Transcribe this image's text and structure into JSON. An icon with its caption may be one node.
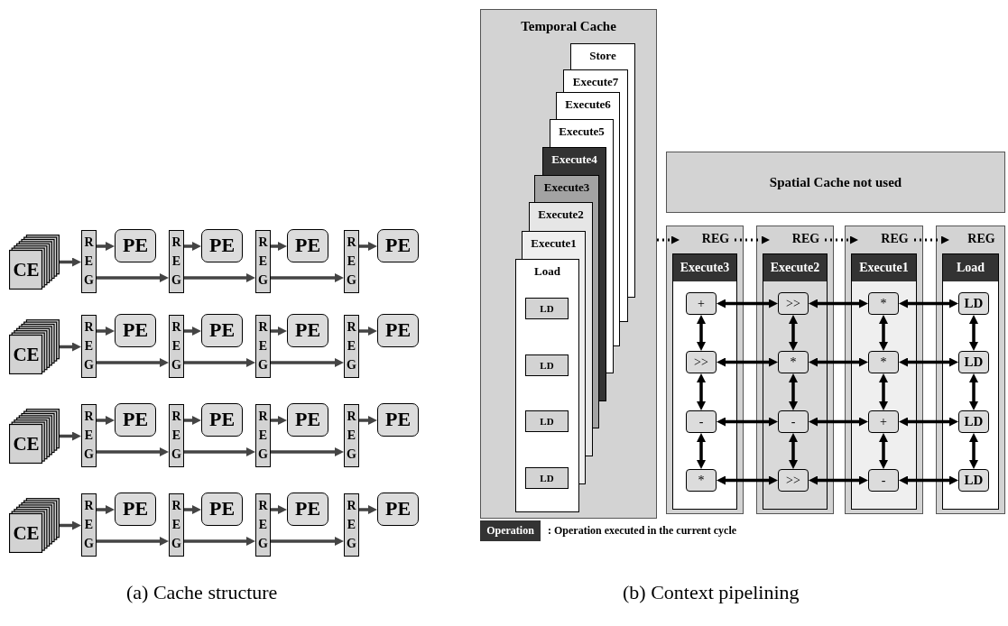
{
  "diagram": {
    "nodes": [
      {
        "text": [
          "CE"
        ]
      },
      {
        "text": [
          "R E G"
        ]
      },
      {
        "text": [
          "PE"
        ]
      },
      {
        "text": [
          "R E G"
        ]
      },
      {
        "text": [
          "PE"
        ]
      },
      {
        "text": [
          "R E G"
        ]
      },
      {
        "text": [
          "PE"
        ]
      },
      {
        "text": [
          "R E G"
        ]
      },
      {
        "text": [
          "PE"
        ]
      },
      {
        "text": [
          "CE"
        ]
      },
      {
        "text": [
          "R E G"
        ]
      },
      {
        "text": [
          "PE"
        ]
      },
      {
        "text": [
          "R E G"
        ]
      },
      {
        "text": [
          "PE"
        ]
      },
      {
        "text": [
          "R E G"
        ]
      },
      {
        "text": [
          "PE"
        ]
      },
      {
        "text": [
          "R E G"
        ]
      },
      {
        "text": [
          "PE"
        ]
      },
      {
        "text": [
          "CE"
        ]
      },
      {
        "text": [
          "R E G"
        ]
      },
      {
        "text": [
          "PE"
        ]
      },
      {
        "text": [
          "R E G"
        ]
      },
      {
        "text": [
          "PE"
        ]
      },
      {
        "text": [
          "R E G"
        ]
      },
      {
        "text": [
          "PE"
        ]
      },
      {
        "text": [
          "R E G"
        ]
      },
      {
        "text": [
          "PE"
        ]
      },
      {
        "text": [
          "CE"
        ]
      },
      {
        "text": [
          "R E G"
        ]
      },
      {
        "text": [
          "PE"
        ]
      },
      {
        "text": [
          "R E G"
        ]
      },
      {
        "text": [
          "PE"
        ]
      },
      {
        "text": [
          "R E G"
        ]
      },
      {
        "text": [
          "PE"
        ]
      },
      {
        "text": [
          "R E G"
        ]
      },
      {
        "text": [
          "PE"
        ]
      },
      {
        "text": [
          "Temporal Cache"
        ]
      },
      {
        "text": [
          "Store"
        ],
        "in": 36
      },
      {
        "text": [
          "Execute7"
        ],
        "in": 36
      },
      {
        "text": [
          "Execute6"
        ],
        "in": 36
      },
      {
        "text": [
          "Execute5"
        ],
        "in": 36
      },
      {
        "text": [
          "Execute4"
        ],
        "in": 36
      },
      {
        "text": [
          "Execute3"
        ],
        "in": 36
      },
      {
        "text": [
          "Execute2"
        ],
        "in": 36
      },
      {
        "text": [
          "Execute1"
        ],
        "in": 36
      },
      {
        "text": [
          "Load"
        ],
        "in": 36
      },
      {
        "text": [
          "LD"
        ],
        "in": 45
      },
      {
        "text": [
          "LD"
        ],
        "in": 45
      },
      {
        "text": [
          "LD"
        ],
        "in": 45
      },
      {
        "text": [
          "LD"
        ],
        "in": 45
      },
      {
        "text": [
          "Spatial Cache not used"
        ]
      },
      {
        "text": [
          "REG"
        ]
      },
      {
        "text": [
          "Execute3"
        ],
        "in": 51
      },
      {
        "text": [
          "+"
        ],
        "in": 52
      },
      {
        "text": [
          ">>"
        ],
        "in": 52
      },
      {
        "text": [
          "-"
        ],
        "in": 52
      },
      {
        "text": [
          "*"
        ],
        "in": 52
      },
      {
        "text": [
          "REG"
        ]
      },
      {
        "text": [
          "Execute2"
        ],
        "in": 57
      },
      {
        "text": [
          ">>"
        ],
        "in": 58
      },
      {
        "text": [
          "*"
        ],
        "in": 58
      },
      {
        "text": [
          "-"
        ],
        "in": 58
      },
      {
        "text": [
          ">>"
        ],
        "in": 58
      },
      {
        "text": [
          "REG"
        ]
      },
      {
        "text": [
          "Execute1"
        ],
        "in": 63
      },
      {
        "text": [
          "*"
        ],
        "in": 64
      },
      {
        "text": [
          "*"
        ],
        "in": 64
      },
      {
        "text": [
          "+"
        ],
        "in": 64
      },
      {
        "text": [
          "-"
        ],
        "in": 64
      },
      {
        "text": [
          "REG"
        ]
      },
      {
        "text": [
          "Load"
        ],
        "in": 69
      },
      {
        "text": [
          "LD"
        ],
        "in": 70
      },
      {
        "text": [
          "LD"
        ],
        "in": 70
      },
      {
        "text": [
          "LD"
        ],
        "in": 70
      },
      {
        "text": [
          "LD"
        ],
        "in": 70
      },
      {
        "text": [
          "Operation"
        ],
        "beside": [
          ": Operation executed in the current cycle"
        ]
      }
    ],
    "edges": [
      {
        "from": 0,
        "to": 1,
        "arrow": "to"
      },
      {
        "from": 1,
        "to": 2,
        "arrow": "to"
      },
      {
        "from": 1,
        "to": 3,
        "arrow": "to"
      },
      {
        "from": 3,
        "to": 4,
        "arrow": "to"
      },
      {
        "from": 3,
        "to": 5,
        "arrow": "to"
      },
      {
        "from": 5,
        "to": 6,
        "arrow": "to"
      },
      {
        "from": 5,
        "to": 7,
        "arrow": "to"
      },
      {
        "from": 7,
        "to": 8,
        "arrow": "to"
      },
      {
        "from": 9,
        "to": 10,
        "arrow": "to"
      },
      {
        "from": 10,
        "to": 11,
        "arrow": "to"
      },
      {
        "from": 10,
        "to": 12,
        "arrow": "to"
      },
      {
        "from": 12,
        "to": 13,
        "arrow": "to"
      },
      {
        "from": 12,
        "to": 14,
        "arrow": "to"
      },
      {
        "from": 14,
        "to": 15,
        "arrow": "to"
      },
      {
        "from": 14,
        "to": 16,
        "arrow": "to"
      },
      {
        "from": 16,
        "to": 17,
        "arrow": "to"
      },
      {
        "from": 18,
        "to": 19,
        "arrow": "to"
      },
      {
        "from": 19,
        "to": 20,
        "arrow": "to"
      },
      {
        "from": 19,
        "to": 21,
        "arrow": "to"
      },
      {
        "from": 21,
        "to": 22,
        "arrow": "to"
      },
      {
        "from": 21,
        "to": 23,
        "arrow": "to"
      },
      {
        "from": 23,
        "to": 24,
        "arrow": "to"
      },
      {
        "from": 23,
        "to": 25,
        "arrow": "to"
      },
      {
        "from": 25,
        "to": 26,
        "arrow": "to"
      },
      {
        "from": 27,
        "to": 28,
        "arrow": "to"
      },
      {
        "from": 28,
        "to": 29,
        "arrow": "to"
      },
      {
        "from": 28,
        "to": 30,
        "arrow": "to"
      },
      {
        "from": 30,
        "to": 31,
        "arrow": "to"
      },
      {
        "from": 30,
        "to": 32,
        "arrow": "to"
      },
      {
        "from": 32,
        "to": 33,
        "arrow": "to"
      },
      {
        "from": 32,
        "to": 34,
        "arrow": "to"
      },
      {
        "from": 34,
        "to": 35,
        "arrow": "to"
      },
      {
        "from": 36,
        "to": 51,
        "arrow": "to",
        "style": "dashed",
        "color": "#000000"
      },
      {
        "from": 51,
        "to": 57,
        "arrow": "to",
        "style": "dashed",
        "color": "#000000"
      },
      {
        "from": 57,
        "to": 63,
        "arrow": "to",
        "style": "dashed",
        "color": "#000000"
      },
      {
        "from": 63,
        "to": 69,
        "arrow": "to",
        "style": "dashed",
        "color": "#000000"
      },
      {
        "from": 53,
        "to": 59,
        "arrow": "both",
        "color": "#000000"
      },
      {
        "from": 59,
        "to": 65,
        "arrow": "both",
        "color": "#000000"
      },
      {
        "from": 65,
        "to": 71,
        "arrow": "both",
        "color": "#000000"
      },
      {
        "from": 53,
        "to": 54,
        "arrow": "both",
        "color": "#000000"
      },
      {
        "from": 59,
        "to": 60,
        "arrow": "both",
        "color": "#000000"
      },
      {
        "from": 65,
        "to": 66,
        "arrow": "both",
        "color": "#000000"
      },
      {
        "from": 71,
        "to": 72,
        "arrow": "both",
        "color": "#000000"
      },
      {
        "from": 54,
        "to": 60,
        "arrow": "both",
        "color": "#000000"
      },
      {
        "from": 60,
        "to": 66,
        "arrow": "both",
        "color": "#000000"
      },
      {
        "from": 66,
        "to": 72,
        "arrow": "both",
        "color": "#000000"
      },
      {
        "from": 54,
        "to": 55,
        "arrow": "both",
        "color": "#000000"
      },
      {
        "from": 60,
        "to": 61,
        "arrow": "both",
        "color": "#000000"
      },
      {
        "from": 66,
        "to": 67,
        "arrow": "both",
        "color": "#000000"
      },
      {
        "from": 72,
        "to": 73,
        "arrow": "both",
        "color": "#000000"
      },
      {
        "from": 55,
        "to": 61,
        "arrow": "both",
        "color": "#000000"
      },
      {
        "from": 61,
        "to": 67,
        "arrow": "both",
        "color": "#000000"
      },
      {
        "from": 67,
        "to": 73,
        "arrow": "both",
        "color": "#000000"
      },
      {
        "from": 55,
        "to": 56,
        "arrow": "both",
        "color": "#000000"
      },
      {
        "from": 61,
        "to": 62,
        "arrow": "both",
        "color": "#000000"
      },
      {
        "from": 67,
        "to": 68,
        "arrow": "both",
        "color": "#000000"
      },
      {
        "from": 73,
        "to": 74,
        "arrow": "both",
        "color": "#000000"
      },
      {
        "from": 56,
        "to": 62,
        "arrow": "both",
        "color": "#000000"
      },
      {
        "from": 62,
        "to": 68,
        "arrow": "both",
        "color": "#000000"
      },
      {
        "from": 68,
        "to": 74,
        "arrow": "both",
        "color": "#000000"
      }
    ],
    "labels": [
      "(a) Cache structure",
      "(b) Context pipelining"
    ]
  }
}
